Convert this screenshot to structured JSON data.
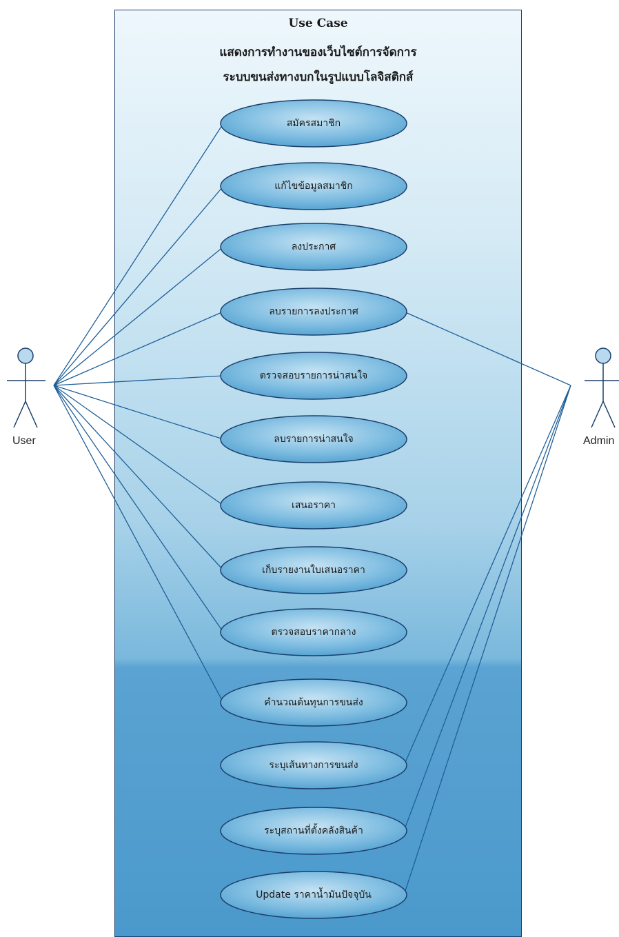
{
  "header": {
    "title": "Use Case",
    "subtitle_line1": "แสดงการทำงานของเว็บไซต์การจัดการ",
    "subtitle_line2": "ระบบขนส่งทางบกในรูปแบบโลจิสติกส์"
  },
  "actors": {
    "user": "User",
    "admin": "Admin"
  },
  "use_cases": [
    "สมัครสมาชิก",
    "แก้ไขข้อมูลสมาชิก",
    "ลงประกาศ",
    "ลบรายการลงประกาศ",
    "ตรวจสอบรายการน่าสนใจ",
    "ลบรายการน่าสนใจ",
    "เสนอราคา",
    "เก็บรายงานใบเสนอราคา",
    "ตรวจสอบราคากลาง",
    "คำนวณต้นทุนการขนส่ง",
    "ระบุเส้นทางการขนส่ง",
    "ระบุสถานที่ตั้งคลังสินค้า",
    "Update ราคาน้ำมันปัจจุบัน"
  ],
  "associations": {
    "user": [
      0,
      1,
      2,
      3,
      4,
      5,
      6,
      7,
      8,
      9
    ],
    "admin": [
      3,
      10,
      11,
      12
    ]
  },
  "colors": {
    "line": "#1f5f99",
    "ellipse_stroke": "#1b3f6b",
    "actor_fill": "#b9d9ef"
  }
}
